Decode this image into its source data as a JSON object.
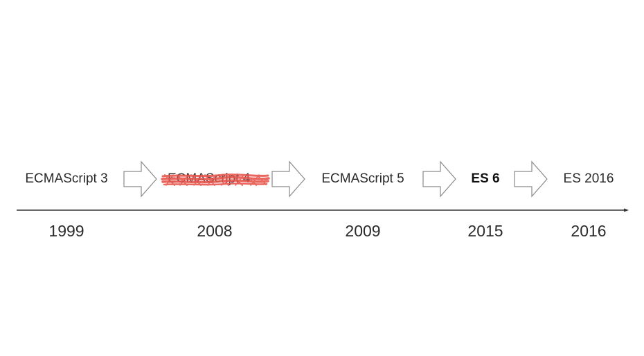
{
  "versions": [
    {
      "label": "ECMAScript 3"
    },
    {
      "label": "ECMAScript 4"
    },
    {
      "label": "ECMAScript 5"
    },
    {
      "label": "ES 6"
    },
    {
      "label": "ES 2016"
    }
  ],
  "years": [
    "1999",
    "2008",
    "2009",
    "2015",
    "2016"
  ],
  "colors": {
    "strike": "#e8534a",
    "arrow_stroke": "#8a8a8a",
    "axis": "#333333"
  }
}
